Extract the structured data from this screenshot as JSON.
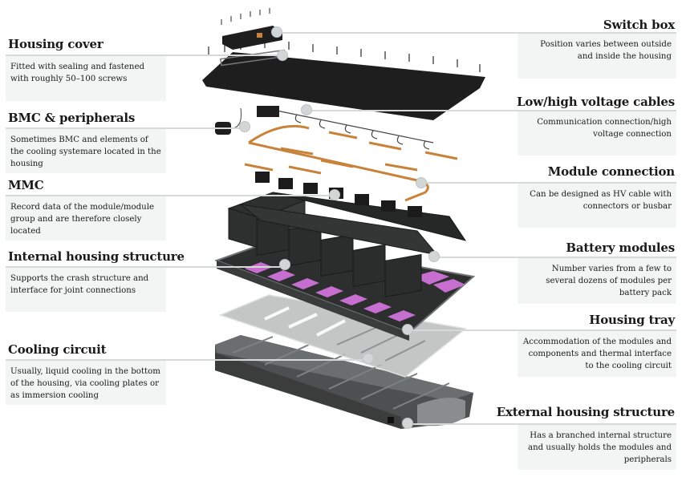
{
  "left_labels": [
    {
      "title": "Housing cover",
      "description": "Fitted with sealing and fastened with roughly 50–100 screws"
    },
    {
      "title": "BMC & peripherals",
      "description": "Sometimes BMC and elements of the cooling systemare located in the housing"
    },
    {
      "title": "MMC",
      "description": "Record data of the module/module group and are therefore closely located"
    },
    {
      "title": "Internal housing structure",
      "description": "Supports the crash structure and interface for joint connections"
    },
    {
      "title": "Cooling circuit",
      "description": "Usually, liquid cooling in the bottom of the housing, via cooling plates or as immersion cooling"
    }
  ],
  "right_labels": [
    {
      "title": "Switch box",
      "description": "Position varies between outside and inside the housing"
    },
    {
      "title": "Low/high voltage cables",
      "description": "Communication connection/high voltage connection"
    },
    {
      "title": "Module connection",
      "description": "Can be designed as HV cable with connectors or busbar"
    },
    {
      "title": "Battery modules",
      "description": "Number varies from a few to several dozens of modules per battery pack"
    },
    {
      "title": "Housing tray",
      "description": "Accommodation of the modules and components and thermal interface to the cooling circuit"
    },
    {
      "title": "External housing structure",
      "description": "Has a branched internal structure and usually holds the modules and peripherals"
    }
  ],
  "colors": {
    "housing_dark": "#1e1e1e",
    "module_dark": "#2e2f2f",
    "busbar_orange": "#c8823a",
    "cell_pink": "#c76fd0",
    "tray_grey": "#5a5d5d",
    "cooling_plate": "#b9bcbb",
    "label_box_bg": "#f3f4f4",
    "leader_line": "#cfd3d3"
  }
}
